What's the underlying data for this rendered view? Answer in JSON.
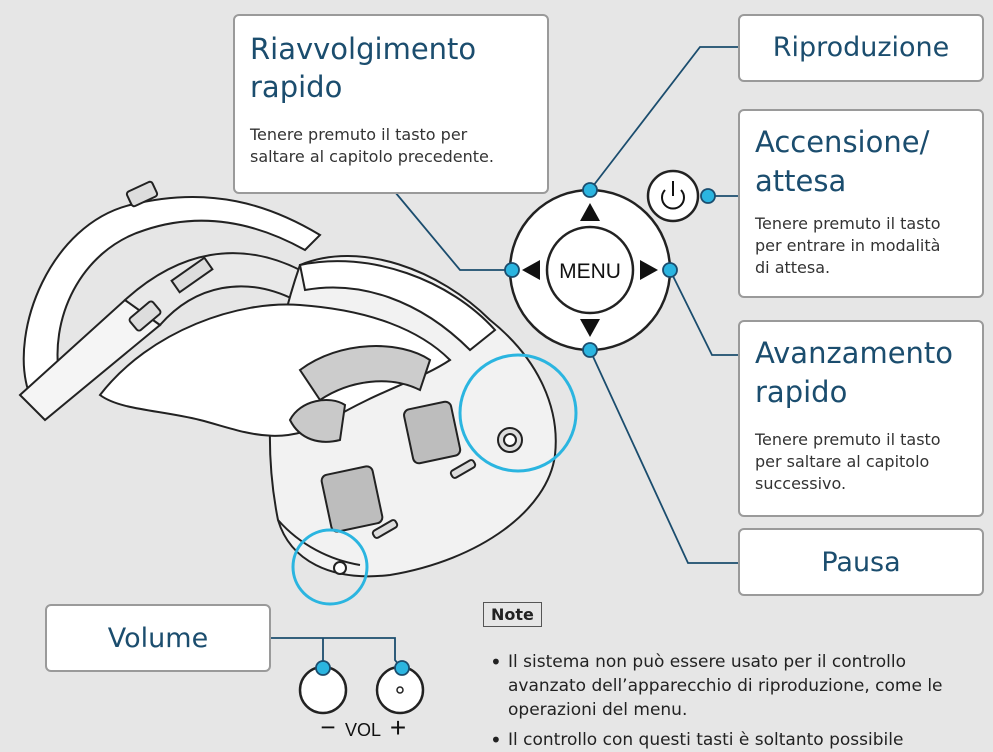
{
  "callouts": {
    "rewind": {
      "title_line1": "Riavvolgimento",
      "title_line2": "rapido",
      "desc_line1": "Tenere premuto il tasto per",
      "desc_line2": "saltare al capitolo precedente."
    },
    "play": {
      "title": "Riproduzione"
    },
    "power": {
      "title_line1": "Accensione/",
      "title_line2": "attesa",
      "desc_line1": "Tenere premuto il tasto",
      "desc_line2": "per entrare in modalità",
      "desc_line3": "di attesa."
    },
    "forward": {
      "title_line1": "Avanzamento",
      "title_line2": "rapido",
      "desc_line1": "Tenere premuto il tasto",
      "desc_line2": "per saltare al capitolo",
      "desc_line3": "successivo."
    },
    "pause": {
      "title": "Pausa"
    },
    "volume": {
      "title": "Volume"
    }
  },
  "controller": {
    "menu_label": "MENU"
  },
  "volume_buttons": {
    "minus": "−",
    "label": "VOL",
    "plus": "+"
  },
  "notes": {
    "heading": "Note",
    "items": [
      "Il sistema non può essere usato per il controllo avanzato dell’apparecchio di riproduzione, come le operazioni del menu.",
      "Il controllo con questi tasti è soltanto possibile"
    ]
  },
  "colors": {
    "accent": "#2bb5e0",
    "title": "#1b4d6e",
    "line": "#1b4d6e"
  }
}
